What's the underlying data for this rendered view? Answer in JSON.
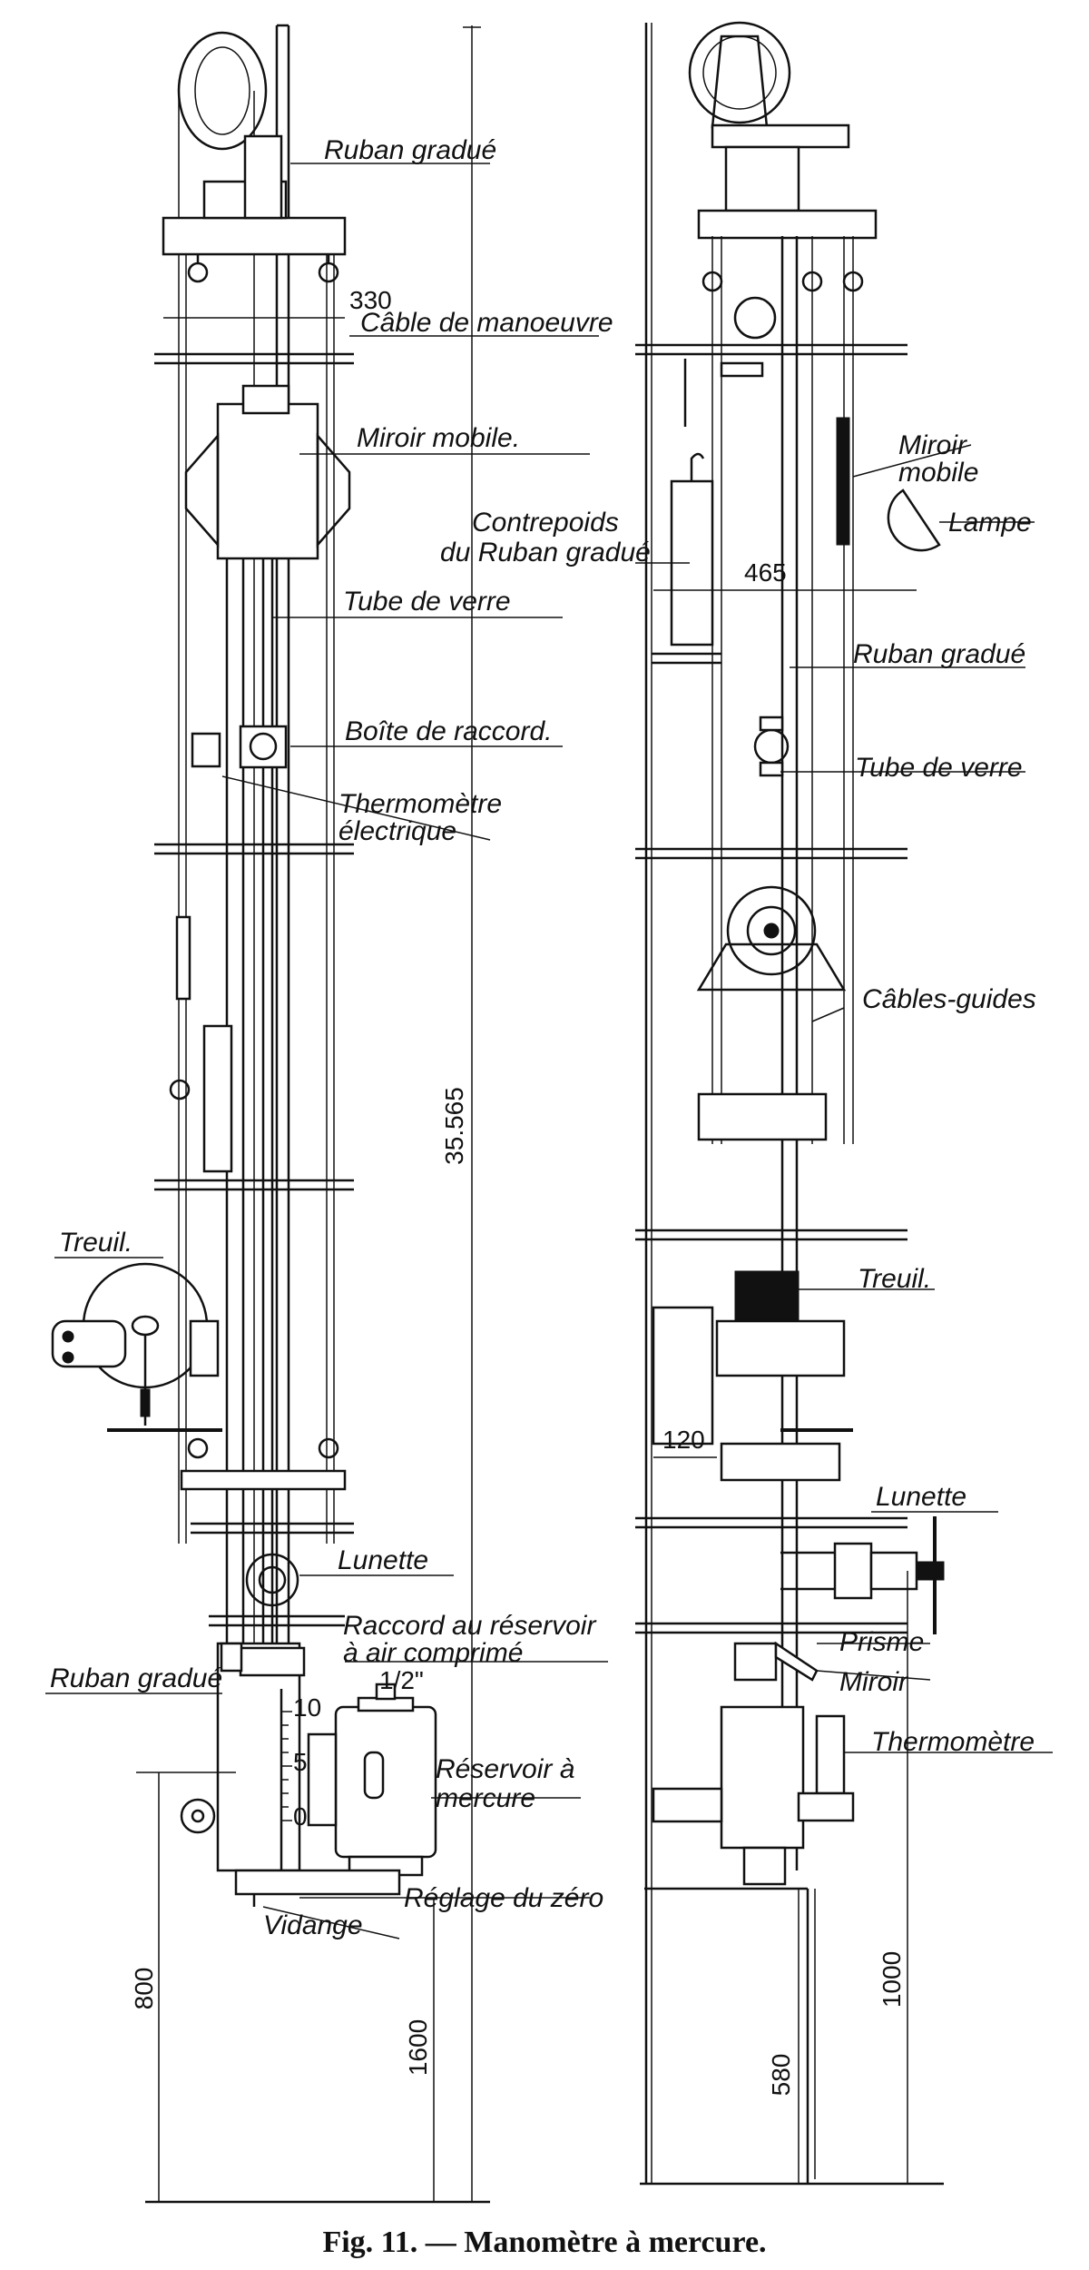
{
  "caption": "Fig. 11. — Manomètre à mercure.",
  "left_view": {
    "labels": {
      "ruban_gradue_top": "Ruban gradué",
      "cable_manoeuvre": "Câble de manoeuvre",
      "miroir_mobile": "Miroir mobile.",
      "tube_verre": "Tube de verre",
      "boite_raccord": "Boîte de raccord.",
      "thermometre_line1": "Thermomètre",
      "thermometre_line2": "électrique",
      "treuil": "Treuil.",
      "lunette": "Lunette",
      "raccord_line1": "Raccord au réservoir",
      "raccord_line2": "à air comprimé",
      "ruban_gradue_bottom": "Ruban gradué",
      "reservoir_line1": "Réservoir à",
      "reservoir_line2": "mercure",
      "reglage_zero": "Réglage du zéro",
      "vidange": "Vidange"
    },
    "dimensions": {
      "d330": "330",
      "d35565": "35.565",
      "d800": "800",
      "d1600": "1600",
      "half_inch": "1/2\""
    },
    "scale_marks": [
      "10",
      "5",
      "0"
    ]
  },
  "right_view": {
    "labels": {
      "miroir_line1": "Miroir",
      "miroir_line2": "mobile",
      "lampe": "Lampe",
      "contrepoids_line1": "Contrepoids",
      "contrepoids_line2": "du Ruban gradué",
      "ruban_gradue": "Ruban gradué",
      "tube_verre": "Tube de verre",
      "cables_guides": "Câbles-guides",
      "treuil": "Treuil.",
      "lunette": "Lunette",
      "prisme": "Prisme",
      "miroir": "Miroir",
      "thermometre": "Thermomètre"
    },
    "dimensions": {
      "d465": "465",
      "d120": "120",
      "d1000": "1000",
      "d580": "580"
    }
  }
}
